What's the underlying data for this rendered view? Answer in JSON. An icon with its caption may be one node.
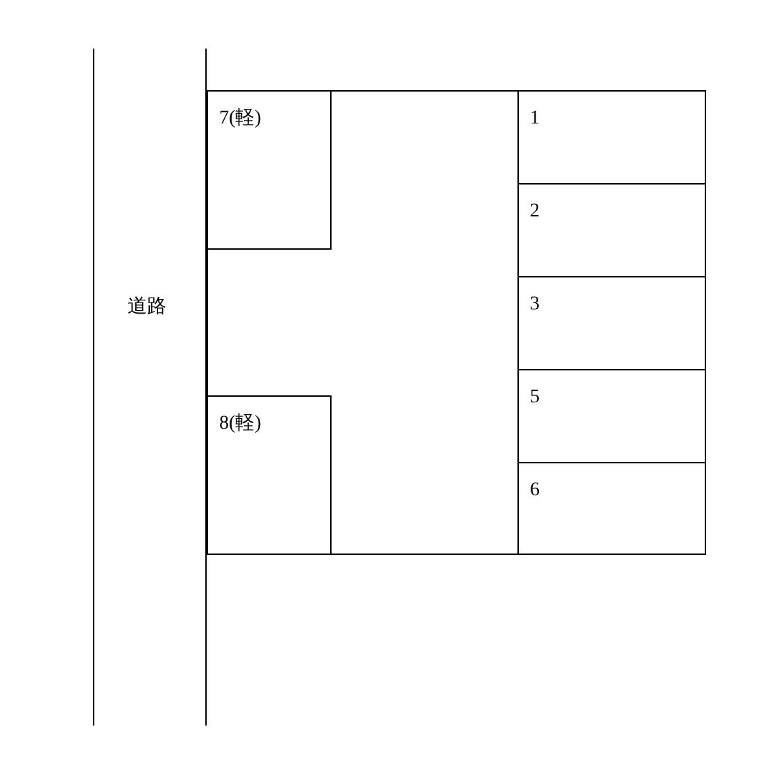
{
  "diagram": {
    "nodes": [
      {
        "text": [],
        "shape": "box"
      },
      {
        "text": [
          "7(軽)"
        ],
        "in": 0
      },
      {
        "text": [
          "8(軽)"
        ],
        "in": 0
      },
      {
        "text": [
          "1"
        ],
        "in": 0
      },
      {
        "text": [
          "2"
        ],
        "in": 0
      },
      {
        "text": [
          "3"
        ],
        "in": 0
      },
      {
        "text": [
          "5"
        ],
        "in": 0
      },
      {
        "text": [
          "6"
        ],
        "in": 0
      }
    ],
    "edges": [],
    "labels": [
      "道路"
    ]
  }
}
